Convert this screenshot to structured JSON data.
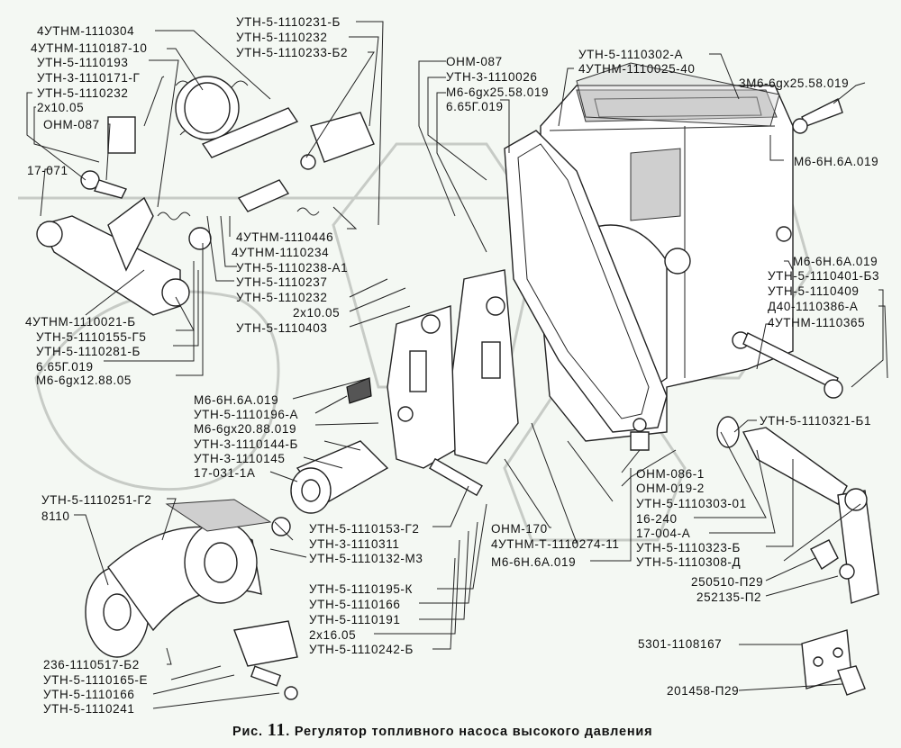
{
  "figure": {
    "caption_prefix": "Рис.",
    "caption_number": "11",
    "caption_text": ". Регулятор топливного насоса высокого давления"
  },
  "labels": {
    "l01": "4УТНМ-1110304",
    "l02": "4УТНМ-1110187-10",
    "l03": "УТН-5-1110193",
    "l04": "УТН-3-1110171-Г",
    "l05": "УТН-5-1110232",
    "l06": "2x10.05",
    "l07": "ОНМ-087",
    "l08": "УТН-5-1110231-Б",
    "l09": "УТН-5-1110232",
    "l10": "УТН-5-1110233-Б2",
    "l11": "ОНМ-087",
    "l12": "УТН-3-1110026",
    "l13": "М6-6gx25.58.019",
    "l14": "6.65Г.019",
    "l15": "УТН-5-1110302-А",
    "l16": "4УТНМ-1110025-40",
    "l17": "3М6-6gx25.58.019",
    "l18": "М6-6Н.6А.019",
    "l19": "17-071",
    "l20": "4УТНМ-1110446",
    "l21": "4УТНМ-1110234",
    "l22": "УТН-5-1110238-А1",
    "l23": "УТН-5-1110237",
    "l24": "УТН-5-1110232",
    "l25": "2x10.05",
    "l26": "УТН-5-1110403",
    "l27": "М6-6Н.6А.019",
    "l28": "УТН-5-1110401-Б3",
    "l29": "УТН-5-1110409",
    "l30": "Д40-1110386-А",
    "l31": "4УТНМ-1110365",
    "l32": "4УТНМ-1110021-Б",
    "l33": "УТН-5-1110155-Г5",
    "l34": "УТН-5-1110281-Б",
    "l35": "6.65Г.019",
    "l36": "М6-6gx12.88.05",
    "l37": "М6-6Н.6А.019",
    "l38": "УТН-5-1110196-А",
    "l39": "М6-6gx20.88.019",
    "l40": "УТН-3-1110144-Б",
    "l41": "УТН-3-1110145",
    "l42": "17-031-1А",
    "l43": "УТН-5-1110321-Б1",
    "l44": "ОНМ-086-1",
    "l45": "ОНМ-019-2",
    "l46": "УТН-5-1110303-01",
    "l47": "16-240",
    "l48": "17-004-А",
    "l49": "УТН-5-1110323-Б",
    "l50": "УТН-5-1110308-Д",
    "l51": "УТН-5-1110251-Г2",
    "l52": "8110",
    "l53": "УТН-5-1110153-Г2",
    "l54": "УТН-3-1110311",
    "l55": "УТН-5-1110132-М3",
    "l56": "ОНМ-170",
    "l57": "4УТНМ-Т-1110274-11",
    "l58": "М6-6Н.6А.019",
    "l59": "УТН-5-1110195-К",
    "l60": "УТН-5-1110166",
    "l61": "УТН-5-1110191",
    "l62": "2x16.05",
    "l63": "УТН-5-1110242-Б",
    "l64": "250510-П29",
    "l65": "252135-П2",
    "l66": "5301-1108167",
    "l67": "201458-П29",
    "l68": "236-1110517-Б2",
    "l69": "УТН-5-1110165-Е",
    "l70": "УТН-5-1110166",
    "l71": "УТН-5-1110241"
  }
}
